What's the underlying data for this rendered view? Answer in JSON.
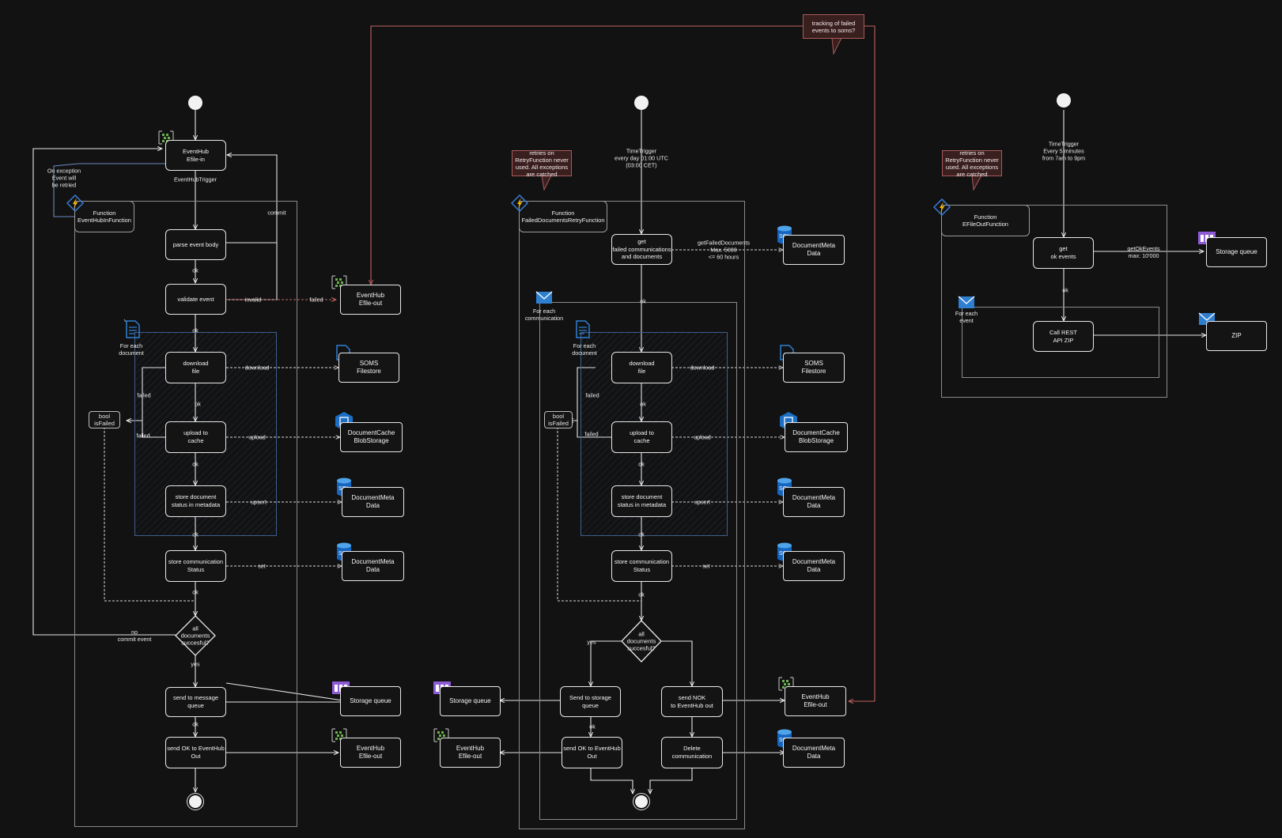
{
  "functions": {
    "inbound": {
      "function_label": "Function\nEventHubInFunction",
      "trigger_source": "EventHub\nEfile-in",
      "trigger_label": "EventHubTrigger",
      "exception_note": "On exception\nEvent will\nbe retried",
      "commit_label": "commit",
      "steps": {
        "parse": "parse event body",
        "validate": "validate event",
        "download": "download\nfile",
        "upload": "upload to\ncache",
        "store_doc": "store document\nstatus in metadata",
        "store_comm": "store communication\nStatus",
        "decision": "all\ndocuments\nsuccesful?",
        "send_queue": "send to message\nqueue",
        "send_ok": "send OK to EventHub\nOut"
      },
      "loop_label": "For each\ndocument",
      "var_label": "bool\nisFailed",
      "edges": {
        "ok": "ok",
        "invalid": "invalid",
        "failed": "failed",
        "download": "download",
        "upload": "upload",
        "upsert": "upsert",
        "set": "set",
        "yes": "yes",
        "no_commit": "no\ncommit event"
      },
      "resources": {
        "eventhub_out": "EventHub\nEfile-out",
        "soms": "SOMS\nFilestore",
        "blob": "DocumentCache\nBlobStorage",
        "meta1": "DocumentMeta\nData",
        "meta2": "DocumentMeta\nData",
        "queue": "Storage queue",
        "eventhub_out2": "EventHub\nEfile-out"
      }
    },
    "retry": {
      "function_label": "Function\nFailedDocumentsRetryFunction",
      "note": "retries on\nRetryFunction never\nused. All exceptions\nare catched",
      "trigger_label": "TimeTrigger\nevery day 01:00 UTC\n(03:00 CET)",
      "loop_outer_label": "For each\ncommunication",
      "loop_inner_label": "For each\ndocument",
      "var_label": "bool\nisFailed",
      "steps": {
        "get": "get\nfailed communications\nand documents",
        "download": "download\nfile",
        "upload": "upload to\ncache",
        "store_doc": "store document\nstatus in metadata",
        "store_comm": "store communication\nStatus",
        "decision": "all\ndocuments\nsuccesful?",
        "send_storage": "Send to storage\nqueue",
        "send_ok": "send OK to EventHub\nOut",
        "send_nok": "send NOK\nto EventHub out",
        "delete": "Delete\ncommunication"
      },
      "edges": {
        "get_failed": "getFailedDocuments\nMax. 5000\n<= 60 hours",
        "ok": "ok",
        "failed": "failed",
        "download": "download",
        "upload": "upload",
        "upsert": "upsert",
        "set": "set",
        "yes": "yes",
        "failed_out": "failed"
      },
      "resources": {
        "meta_top": "DocumentMeta\nData",
        "soms": "SOMS\nFilestore",
        "blob": "DocumentCache\nBlobStorage",
        "meta1": "DocumentMeta\nData",
        "meta2": "DocumentMeta\nData",
        "queue": "Storage queue",
        "eventhub_out": "EventHub\nEfile-out",
        "eventhub_nok": "EventHub\nEfile-out",
        "meta_delete": "DocumentMeta\nData"
      }
    },
    "outbound": {
      "function_label": "Function\nEFileOutFunction",
      "note": "retries on\nRetryFunction never\nused. All exceptions\nare catched",
      "trigger_label": "TimeTrigger\nEvery 5 minutes\nfrom 7am to 9pm",
      "loop_label": "For each\nevent",
      "steps": {
        "get": "get\nok events",
        "call": "Call REST\nAPI ZIP"
      },
      "edges": {
        "get_ok": "getOkEvents\nmax: 10'000",
        "ok": "ok"
      },
      "resources": {
        "queue": "Storage queue",
        "zip": "ZIP"
      }
    }
  },
  "top_note": "tracking of failed\nevents to soms?",
  "icons": [
    "eventhub-icon",
    "function-icon",
    "document-icon",
    "mail-icon",
    "sql-icon",
    "blob-icon",
    "storage-queue-icon",
    "file-share-icon"
  ],
  "colors": {
    "background": "#121212",
    "note_fill": "#3a1f1f",
    "note_border": "#a85a5a",
    "tracking_line": "#c06060",
    "loop_border": "#3f5f8f",
    "function_icon": "#f5b800",
    "eventhub_icon": "#6ab04c",
    "sql_icon": "#1565c0",
    "queue_icon": "#8e5bd6",
    "mail_icon": "#2f7fd1"
  }
}
